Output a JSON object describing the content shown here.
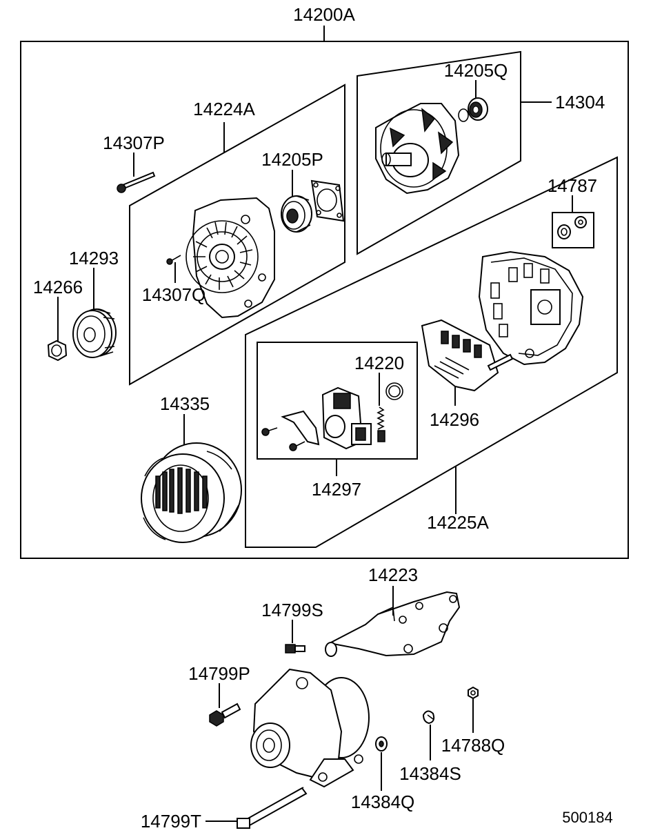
{
  "diagram": {
    "assembly_label": "14200A",
    "labels": {
      "p14224A": "14224A",
      "p14307P": "14307P",
      "p14205P": "14205P",
      "p14293": "14293",
      "p14266": "14266",
      "p14307Q": "14307Q",
      "p14205Q": "14205Q",
      "p14304": "14304",
      "p14787": "14787",
      "p14220": "14220",
      "p14296": "14296",
      "p14297": "14297",
      "p14225A": "14225A",
      "p14335": "14335",
      "p14223": "14223",
      "p14799S": "14799S",
      "p14799P": "14799P",
      "p14788Q": "14788Q",
      "p14384S": "14384S",
      "p14384Q": "14384Q",
      "p14799T": "14799T"
    },
    "drawing_code": "500184"
  }
}
